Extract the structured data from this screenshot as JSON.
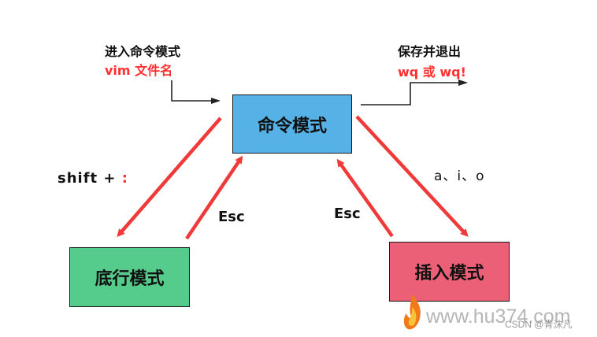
{
  "modes": {
    "command": "命令模式",
    "bottom_line": "底行模式",
    "insert": "插入模式"
  },
  "enter": {
    "title": "进入命令模式",
    "command": "vim 文件名"
  },
  "exit": {
    "title": "保存并退出",
    "command": "wq 或 wq!"
  },
  "transitions": {
    "to_bottom_line": "shift + ",
    "to_bottom_line_key": ":",
    "to_insert": "a、i、o",
    "esc_left": "Esc",
    "esc_right": "Esc"
  },
  "watermark": {
    "url": "www.hu374.com",
    "credit": "CSDN @青沫凡"
  },
  "colors": {
    "command_box": "#56b2e6",
    "bottom_box": "#55cc8b",
    "insert_box": "#ec6077",
    "arrow_red": "#f03a3a",
    "text_red": "#ff3030"
  }
}
